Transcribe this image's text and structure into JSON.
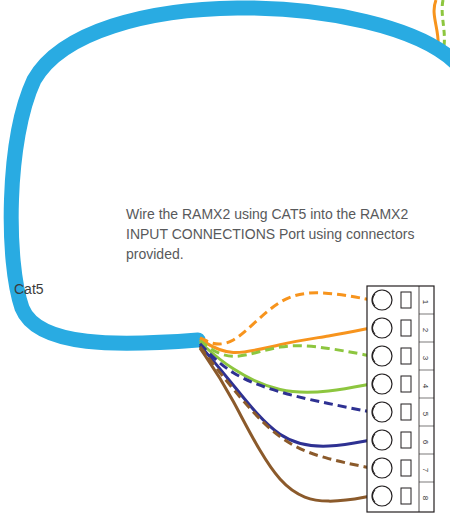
{
  "diagram": {
    "labels": [
      "Wire the RAMX2 using CAT5 into the RAMX2 INPUT CONNECTIONS Port using connectors provided.",
      "Cat5",
      "1",
      "2",
      "3",
      "4",
      "5",
      "6",
      "7",
      "8"
    ]
  }
}
